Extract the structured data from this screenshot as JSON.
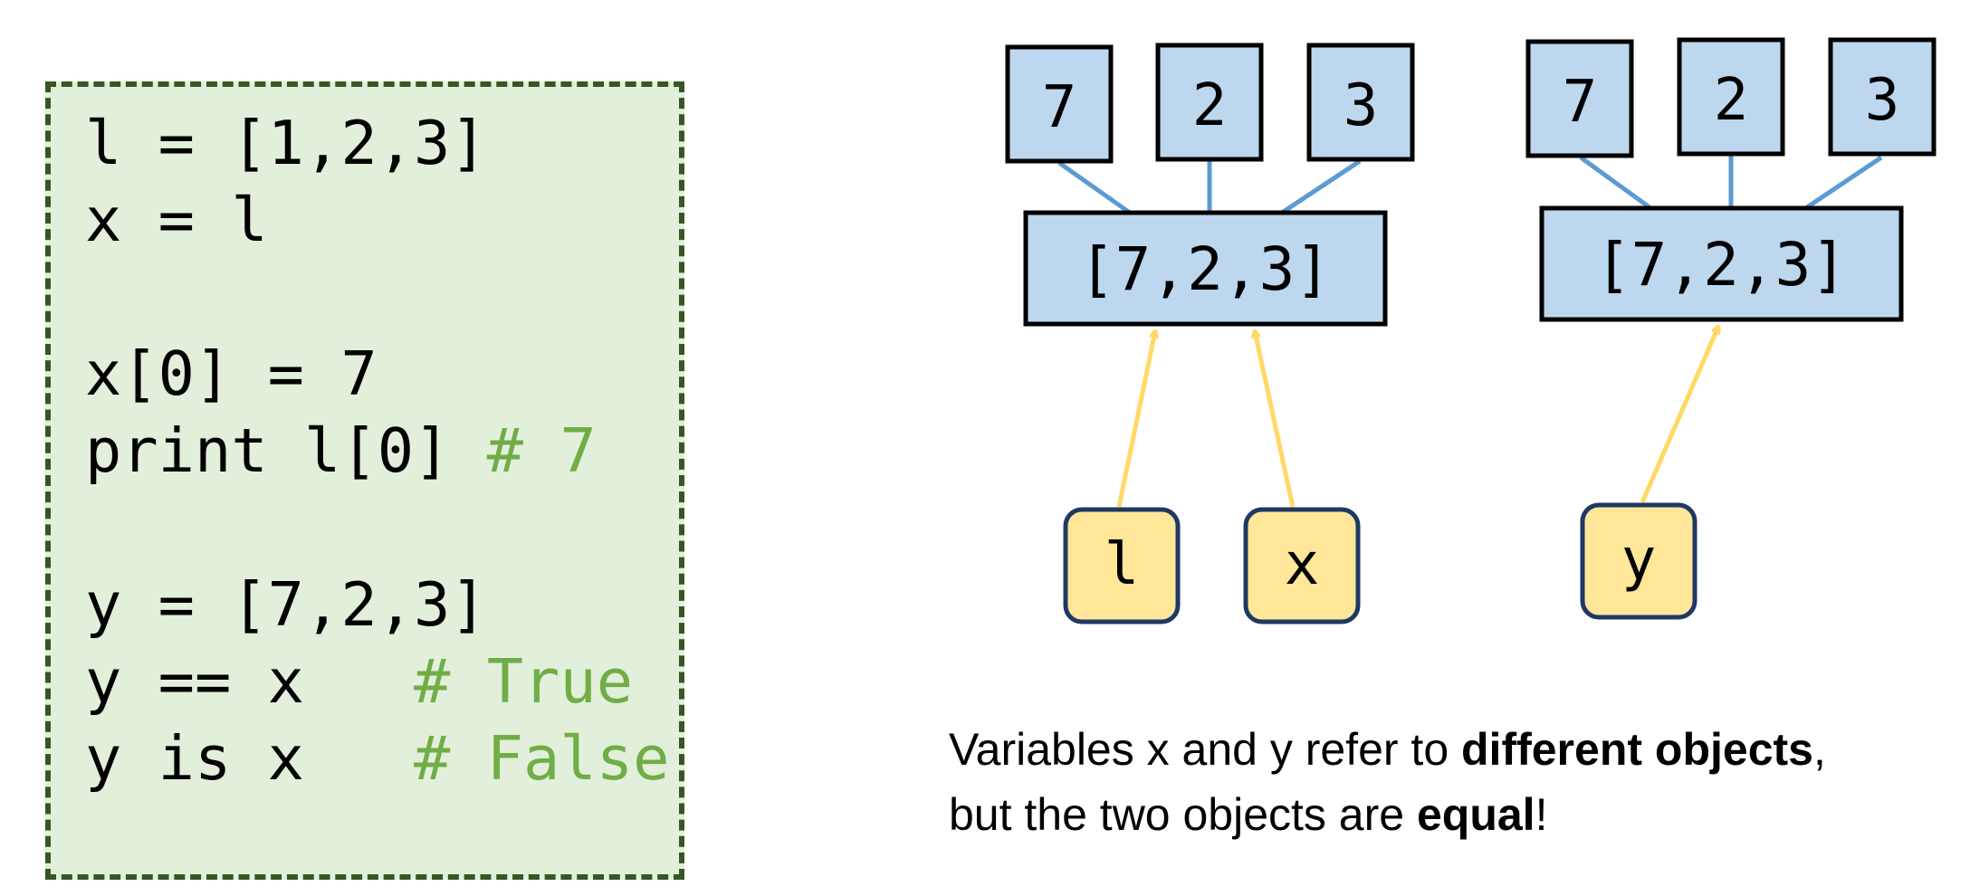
{
  "code": {
    "lines": [
      {
        "code": "l = [1,2,3]",
        "comment": ""
      },
      {
        "code": "x = l",
        "comment": ""
      },
      {
        "code": "x[0] = 7",
        "comment": ""
      },
      {
        "code": "print l[0] ",
        "comment": "# 7"
      },
      {
        "code": "y = [7,2,3]",
        "comment": ""
      },
      {
        "code": "y == x   ",
        "comment": "# True"
      },
      {
        "code": "y is x   ",
        "comment": "# False"
      }
    ]
  },
  "diagram": {
    "left_group": {
      "elements": [
        "7",
        "2",
        "3"
      ],
      "list_label": "[7,2,3]",
      "variables": [
        "l",
        "x"
      ]
    },
    "right_group": {
      "elements": [
        "7",
        "2",
        "3"
      ],
      "list_label": "[7,2,3]",
      "variables": [
        "y"
      ]
    },
    "colors": {
      "box_fill": "#bdd7ee",
      "variable_fill": "#ffe699",
      "connector": "#5b9bd5",
      "arrow": "#ffd966"
    }
  },
  "caption": {
    "part1": "Variables x and y refer to ",
    "bold1": "different objects",
    "part2": ",",
    "part3": "but the two objects are ",
    "bold2": "equal",
    "part4": "!"
  }
}
